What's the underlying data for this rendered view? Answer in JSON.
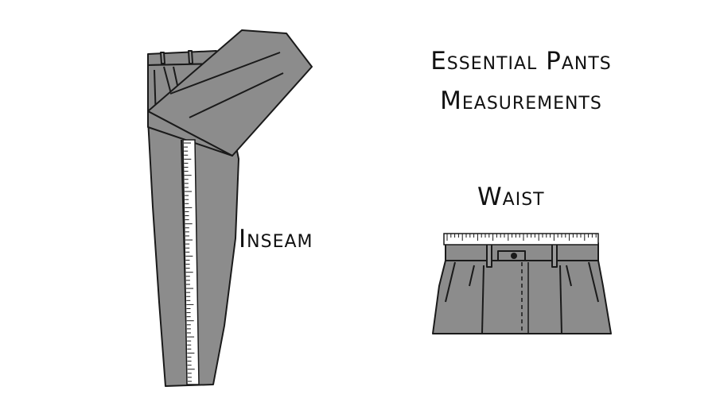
{
  "title": {
    "line1": "Essential Pants",
    "line2": "Measurements"
  },
  "labels": {
    "inseam": "Inseam",
    "waist": "Waist"
  },
  "colors": {
    "fabric": "#8c8c8c",
    "outline": "#1a1a1a",
    "tape": "#ffffff",
    "background": "#ffffff"
  }
}
